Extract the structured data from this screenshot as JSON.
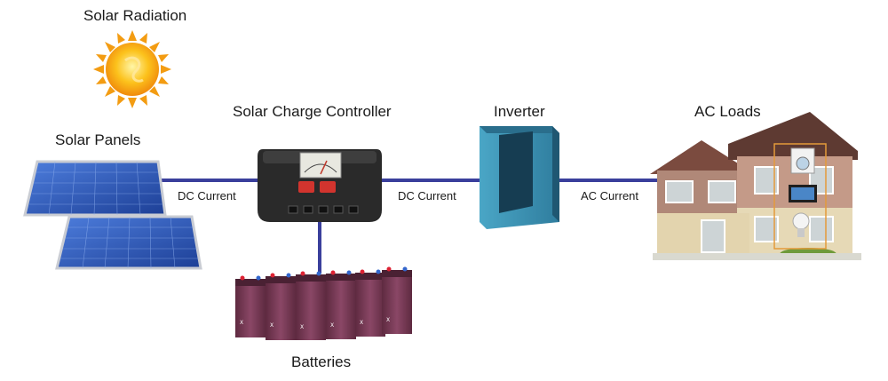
{
  "labels": {
    "solar_radiation": "Solar Radiation",
    "solar_panels": "Solar Panels",
    "charge_controller": "Solar Charge Controller",
    "inverter": "Inverter",
    "ac_loads": "AC Loads",
    "batteries": "Batteries"
  },
  "flows": {
    "panels_to_controller": "DC Current",
    "controller_to_inverter": "DC Current",
    "inverter_to_loads": "AC Current"
  },
  "colors": {
    "connector": "#3a3f9c",
    "sun": "#f7b21a",
    "panel": "#2f5fc4",
    "controller": "#2a2a2a",
    "inverter": "#3a8fb0",
    "battery": "#7a3b56"
  }
}
